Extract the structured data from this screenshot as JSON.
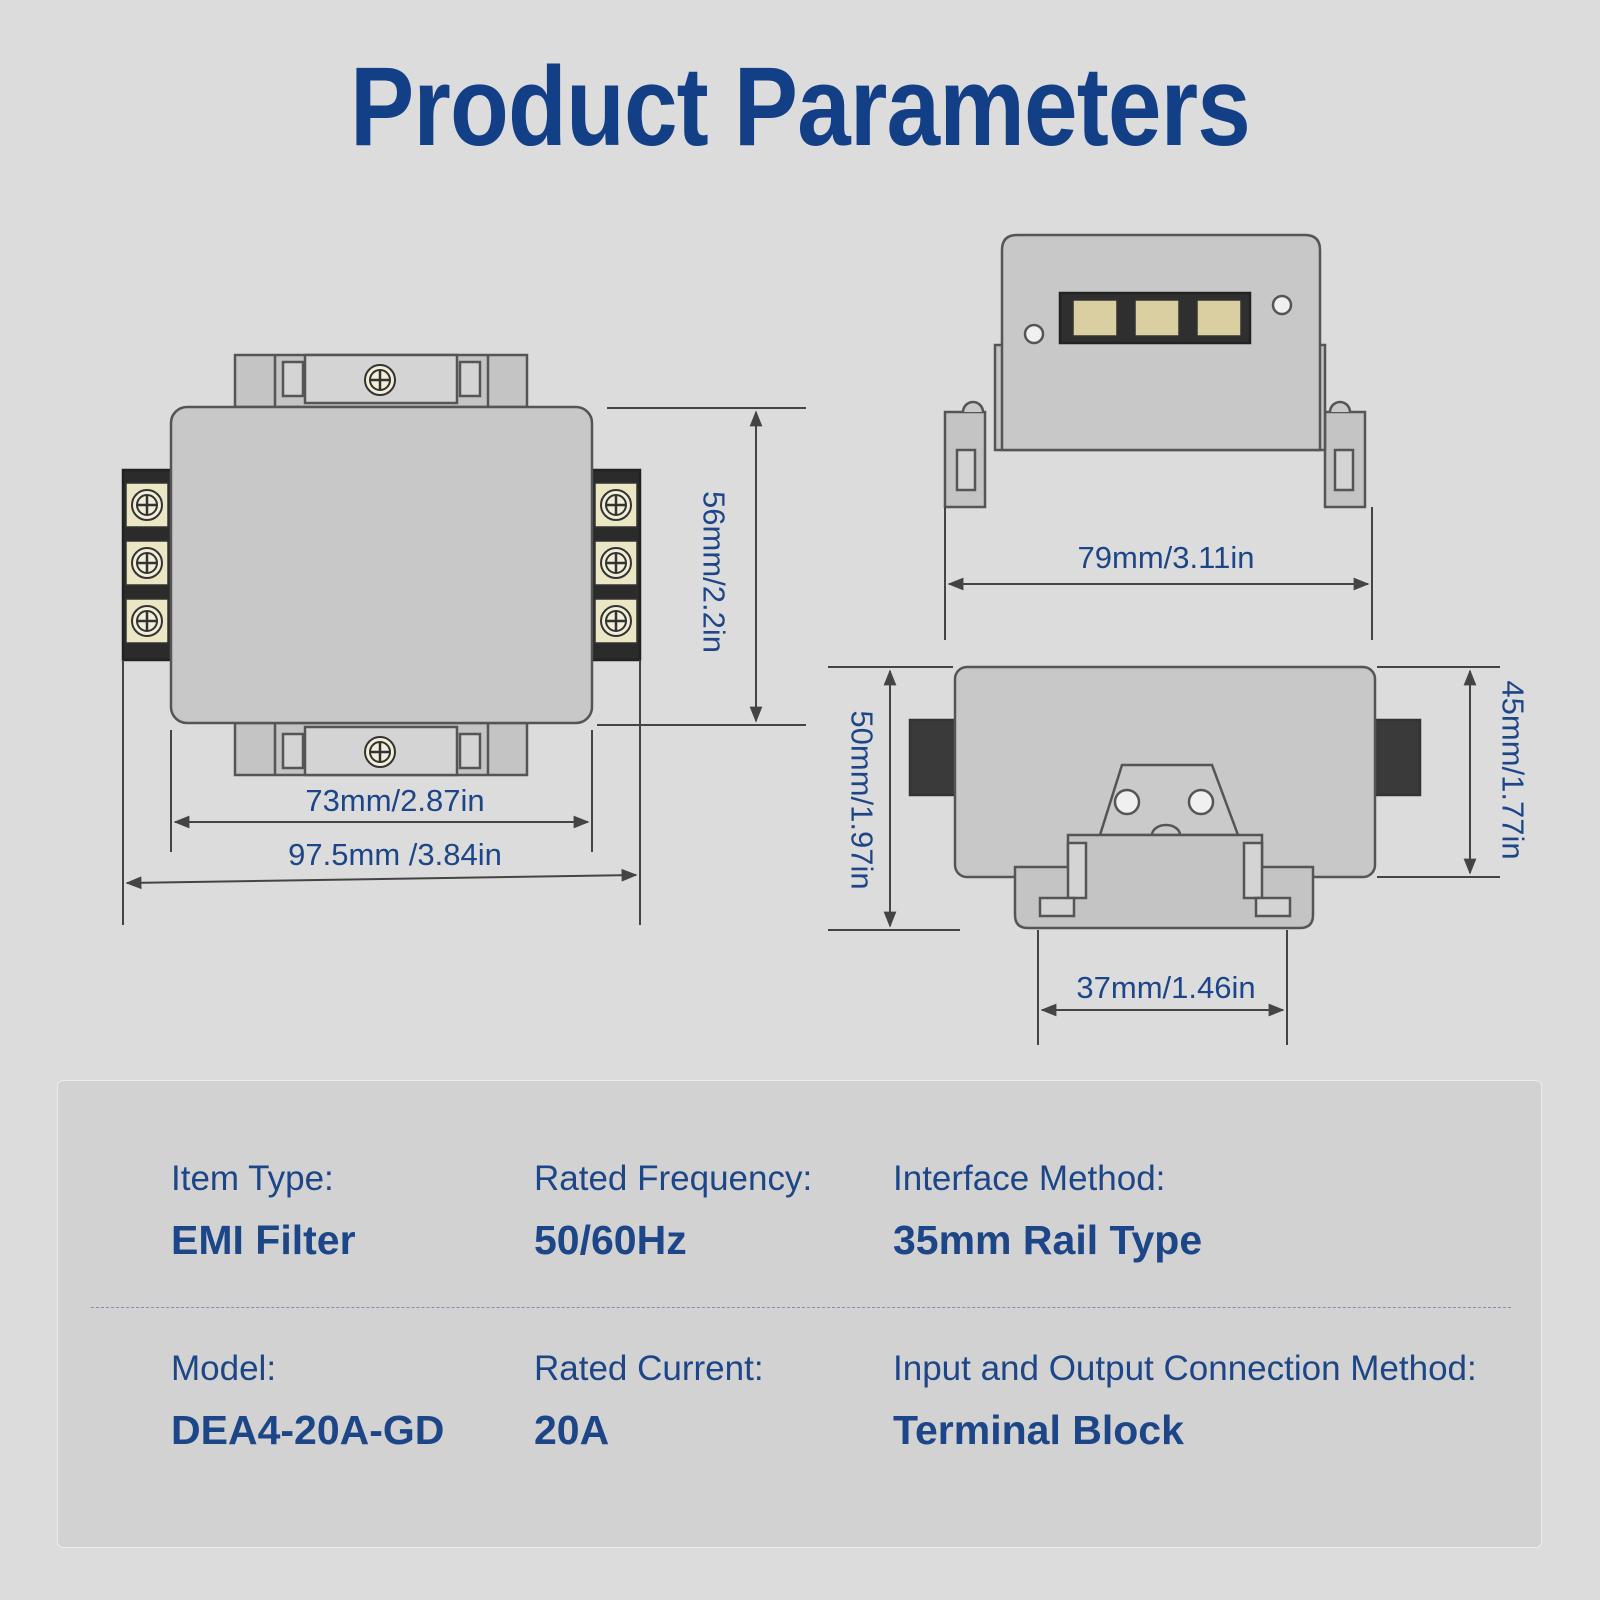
{
  "title": "Product Parameters",
  "dimensions": {
    "front_height": "56mm/2.2in",
    "front_inner_width": "73mm/2.87in",
    "front_total_width": "97.5mm /3.84in",
    "top_width": "79mm/3.11in",
    "side_total_height": "50mm/1.97in",
    "side_body_height": "45mm/1.77in",
    "rail_width": "37mm/1.46in"
  },
  "params": {
    "row1": [
      {
        "label": "Item Type:",
        "value": "EMI Filter"
      },
      {
        "label": "Rated Frequency:",
        "value": "50/60Hz"
      },
      {
        "label": "Interface Method:",
        "value": "35mm Rail Type"
      }
    ],
    "row2": [
      {
        "label": "Model:",
        "value": "DEA4-20A-GD"
      },
      {
        "label": "Rated Current:",
        "value": "20A"
      },
      {
        "label": "Input and Output Connection Method:",
        "value": "Terminal Block"
      }
    ]
  },
  "colors": {
    "title": "#123f86",
    "text": "#1d4688",
    "background": "#dcdcdc",
    "panel": "#d2d2d2"
  }
}
